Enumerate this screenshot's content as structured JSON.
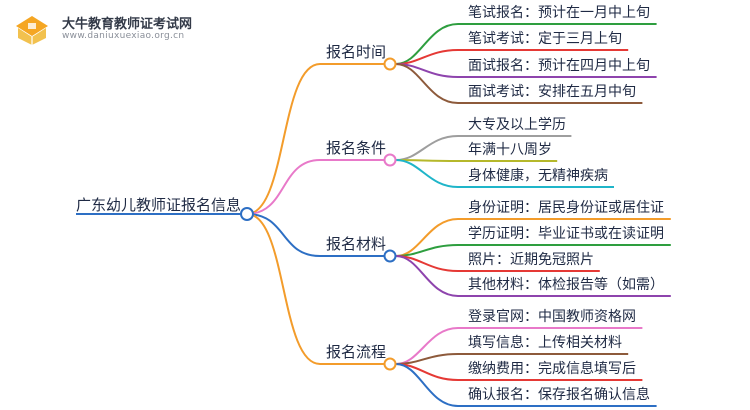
{
  "logo": {
    "site_name": "大牛教育教师证考试网",
    "url": "www.daniuxuexiao.org.cn",
    "icon": "open-book-icon"
  },
  "root": {
    "label": "广东幼儿教师证报名信息"
  },
  "branches": [
    {
      "label": "报名时间",
      "color": "#f39c2b",
      "leaves": [
        {
          "text": "笔试报名：预计在一月中上旬",
          "color": "#2e9e3f"
        },
        {
          "text": "笔试考试：定于三月上旬",
          "color": "#e53935"
        },
        {
          "text": "面试报名：预计在四月中上旬",
          "color": "#8e44ad"
        },
        {
          "text": "面试考试：安排在五月中旬",
          "color": "#8d5a3b"
        }
      ]
    },
    {
      "label": "报名条件",
      "color": "#e879c9",
      "leaves": [
        {
          "text": "大专及以上学历",
          "color": "#9e9e9e"
        },
        {
          "text": "年满十八周岁",
          "color": "#b5b82b"
        },
        {
          "text": "身体健康，无精神疾病",
          "color": "#1fb5c9"
        }
      ]
    },
    {
      "label": "报名材料",
      "color": "#2d6fc4",
      "leaves": [
        {
          "text": "身份证明：居民身份证或居住证",
          "color": "#f39c2b"
        },
        {
          "text": "学历证明：毕业证书或在读证明",
          "color": "#2e9e3f"
        },
        {
          "text": "照片：近期免冠照片",
          "color": "#e53935"
        },
        {
          "text": "其他材料：体检报告等（如需）",
          "color": "#8e44ad"
        }
      ]
    },
    {
      "label": "报名流程",
      "color": "#f39c2b",
      "leaves": [
        {
          "text": "登录官网：中国教师资格网",
          "color": "#e879c9"
        },
        {
          "text": "填写信息：上传相关材料",
          "color": "#8d5a3b"
        },
        {
          "text": "缴纳费用：完成信息填写后",
          "color": "#e53935"
        },
        {
          "text": "确认报名：保存报名确认信息",
          "color": "#2d6fc4"
        }
      ]
    }
  ],
  "colors": {
    "root_line": "#2d6fc4",
    "text": "#1f2a44"
  }
}
